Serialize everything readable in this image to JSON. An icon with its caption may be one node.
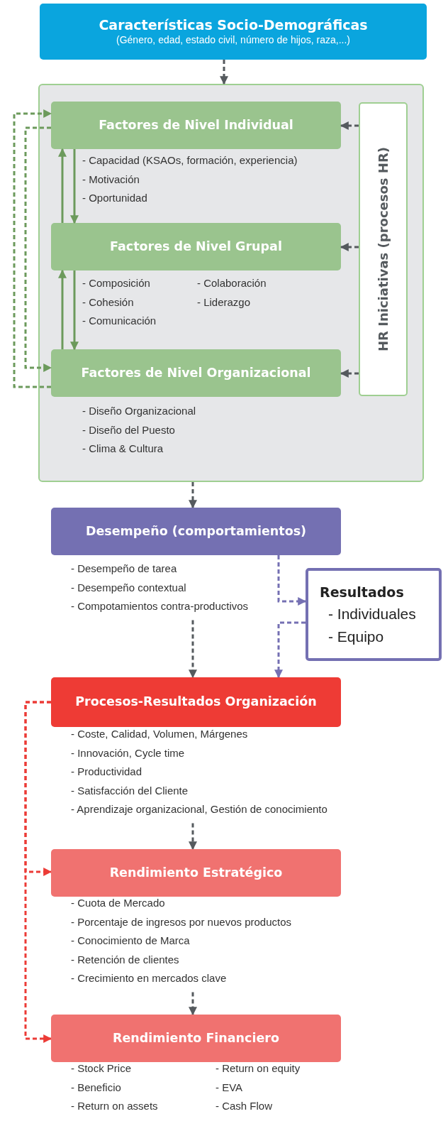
{
  "diagram": {
    "nodes": [
      {
        "text": [
          "Características Socio-Demográficas",
          "(Género, edad, estado civil, número de hijos, raza,...)"
        ]
      },
      {
        "text": [],
        "shape": "box"
      },
      {
        "text": [
          "Factores de Nivel Individual"
        ],
        "in": 1,
        "beside": [
          "- Capacidad (KSAOs, formación, experiencia)",
          "- Motivación",
          "- Oportunidad"
        ]
      },
      {
        "text": [
          "Factores de Nivel Grupal"
        ],
        "in": 1,
        "beside": [
          "- Composición",
          "- Colaboración",
          "- Cohesión",
          "- Liderazgo",
          "- Comunicación"
        ]
      },
      {
        "text": [
          "Factores de Nivel Organizacional"
        ],
        "in": 1,
        "beside": [
          "- Diseño Organizacional",
          "- Diseño del Puesto",
          "- Clima & Cultura"
        ]
      },
      {
        "text": [
          "HR Iniciativas (procesos HR)"
        ],
        "in": 1
      },
      {
        "text": [
          "Desempeño (comportamientos)"
        ],
        "beside": [
          "- Desempeño de tarea",
          "- Desempeño contextual",
          "- Compotamientos contra-productivos"
        ]
      },
      {
        "text": [
          "Resultados",
          "- Individuales",
          "- Equipo"
        ]
      },
      {
        "text": [
          "Procesos-Resultados Organización"
        ],
        "beside": [
          "- Coste, Calidad, Volumen, Márgenes",
          "- Innovación, Cycle time",
          "- Productividad",
          "- Satisfacción del Cliente",
          "- Aprendizaje organizacional, Gestión de conocimiento"
        ]
      },
      {
        "text": [
          "Rendimiento Estratégico"
        ],
        "beside": [
          "- Cuota de Mercado",
          "- Porcentaje de ingresos por nuevos productos",
          "- Conocimiento de Marca",
          "- Retención de clientes",
          "- Crecimiento en mercados clave"
        ]
      },
      {
        "text": [
          "Rendimiento Financiero"
        ],
        "beside": [
          "- Stock Price",
          "- Return on equity",
          "- Beneficio",
          "- EVA",
          "- Return on assets",
          "- Cash Flow"
        ]
      }
    ],
    "edges": [
      {
        "from": 0,
        "to": 1,
        "arrow": "to",
        "style": "dashed"
      },
      {
        "from": 2,
        "to": 3,
        "arrow": "to",
        "color": "#6c9a5c"
      },
      {
        "from": 3,
        "to": 2,
        "arrow": "to",
        "color": "#6c9a5c"
      },
      {
        "from": 3,
        "to": 4,
        "arrow": "to",
        "color": "#6c9a5c"
      },
      {
        "from": 4,
        "to": 3,
        "arrow": "to",
        "color": "#6c9a5c"
      },
      {
        "from": 4,
        "to": 2,
        "arrow": "to",
        "style": "dashed",
        "color": "#6c9a5c"
      },
      {
        "from": 2,
        "to": 4,
        "arrow": "to",
        "style": "dashed",
        "color": "#6c9a5c"
      },
      {
        "from": 5,
        "to": 2,
        "arrow": "to",
        "style": "dashed"
      },
      {
        "from": 5,
        "to": 3,
        "arrow": "to",
        "style": "dashed"
      },
      {
        "from": 5,
        "to": 4,
        "arrow": "to",
        "style": "dashed"
      },
      {
        "from": 1,
        "to": 6,
        "arrow": "to",
        "style": "dashed"
      },
      {
        "from": 6,
        "to": 7,
        "arrow": "to",
        "style": "dashed",
        "color": "#7570b3"
      },
      {
        "from": 7,
        "to": 8,
        "arrow": "to",
        "style": "dashed",
        "color": "#7570b3"
      },
      {
        "from": 6,
        "to": 8,
        "arrow": "to",
        "style": "dashed"
      },
      {
        "from": 8,
        "to": 9,
        "arrow": "to",
        "style": "dashed"
      },
      {
        "from": 9,
        "to": 10,
        "arrow": "to",
        "style": "dashed"
      },
      {
        "from": 8,
        "to": 9,
        "arrow": "to",
        "style": "dashed",
        "color": "#ec3b36"
      },
      {
        "from": 8,
        "to": 10,
        "arrow": "to",
        "style": "dashed",
        "color": "#ec3b36"
      }
    ]
  }
}
